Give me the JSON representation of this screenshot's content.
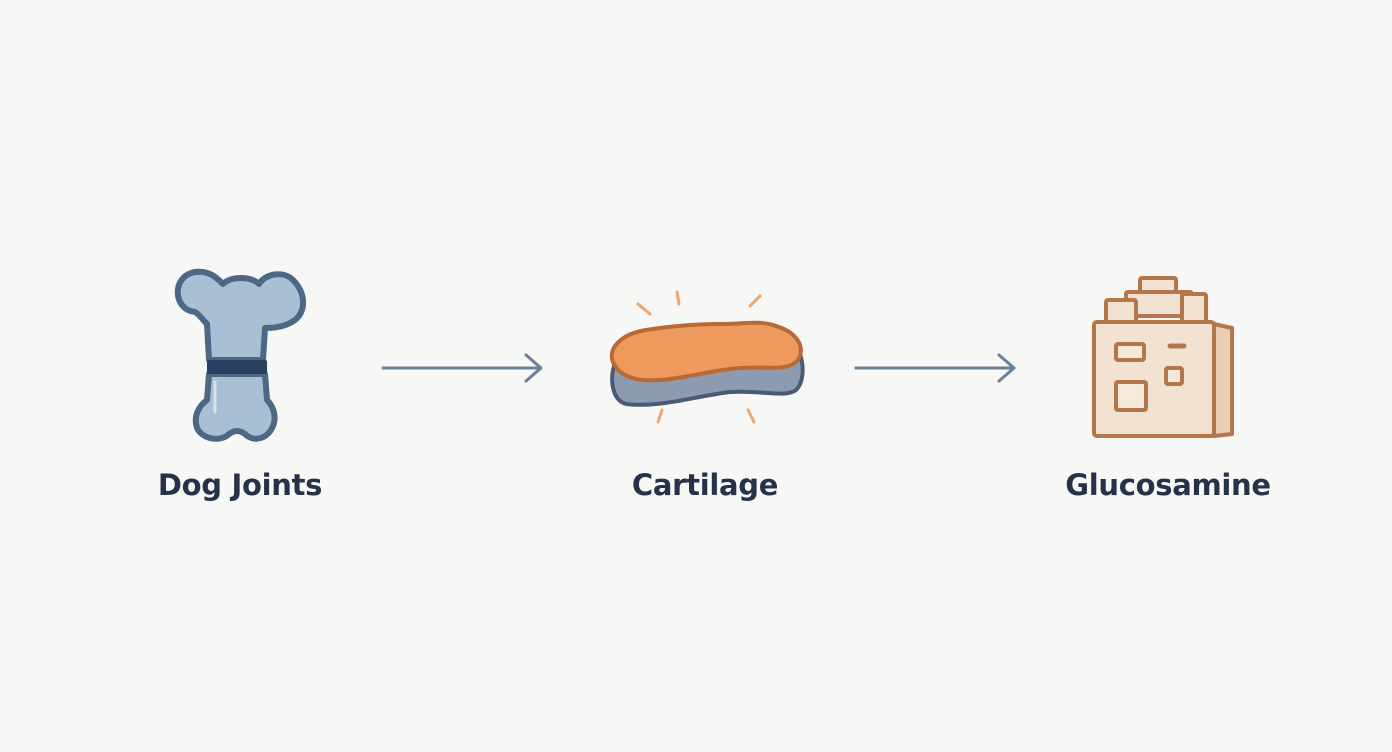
{
  "nodes": [
    {
      "label": "Dog Joints",
      "icon": "bone-icon"
    },
    {
      "label": "Cartilage",
      "icon": "cartilage-icon"
    },
    {
      "label": "Glucosamine",
      "icon": "supplement-box-icon"
    }
  ],
  "arrows": [
    {
      "from": "Dog Joints",
      "to": "Cartilage"
    },
    {
      "from": "Cartilage",
      "to": "Glucosamine"
    }
  ],
  "colors": {
    "background": "#f7f7f6",
    "label": "#25324a",
    "arrow": "#6a8198",
    "bone_fill": "#a9bfd6",
    "bone_stroke": "#4d6885",
    "bone_band": "#2a3f5e",
    "cartilage_top": "#ee9a5c",
    "cartilage_stroke": "#b86934",
    "cartilage_base": "#8d9bb0",
    "cartilage_base_stroke": "#4b5a74",
    "spark": "#efa66a",
    "box_fill": "#f2e2d1",
    "box_stroke": "#b5764a"
  }
}
